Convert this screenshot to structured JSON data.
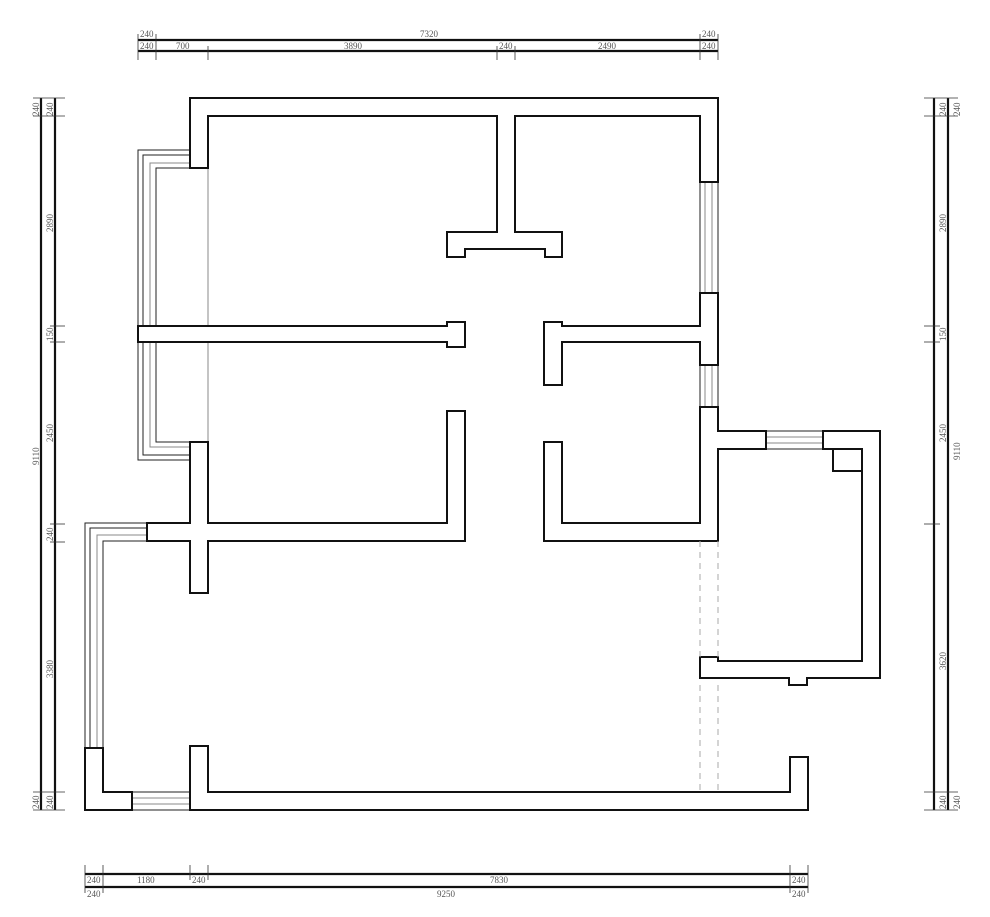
{
  "drawing": {
    "type": "floor-plan",
    "background": "#ffffff",
    "wall_color": "#111111"
  },
  "dimensions": {
    "top_outer": [
      "240",
      "7320",
      "240"
    ],
    "top_inner": [
      "240",
      "700",
      "3890",
      "240",
      "2490",
      "240"
    ],
    "bottom_inner": [
      "240",
      "1180",
      "240",
      "7830",
      "240"
    ],
    "bottom_outer": [
      "240",
      "9250",
      "240"
    ],
    "left_outer": [
      "240",
      "9110",
      "240"
    ],
    "left_inner": [
      "240",
      "2890",
      "150",
      "2450",
      "240",
      "3380",
      "240"
    ],
    "right_outer": [
      "240",
      "9110",
      "240"
    ],
    "right_inner": [
      "240",
      "2890",
      "150",
      "2450",
      "3620",
      "240"
    ]
  }
}
